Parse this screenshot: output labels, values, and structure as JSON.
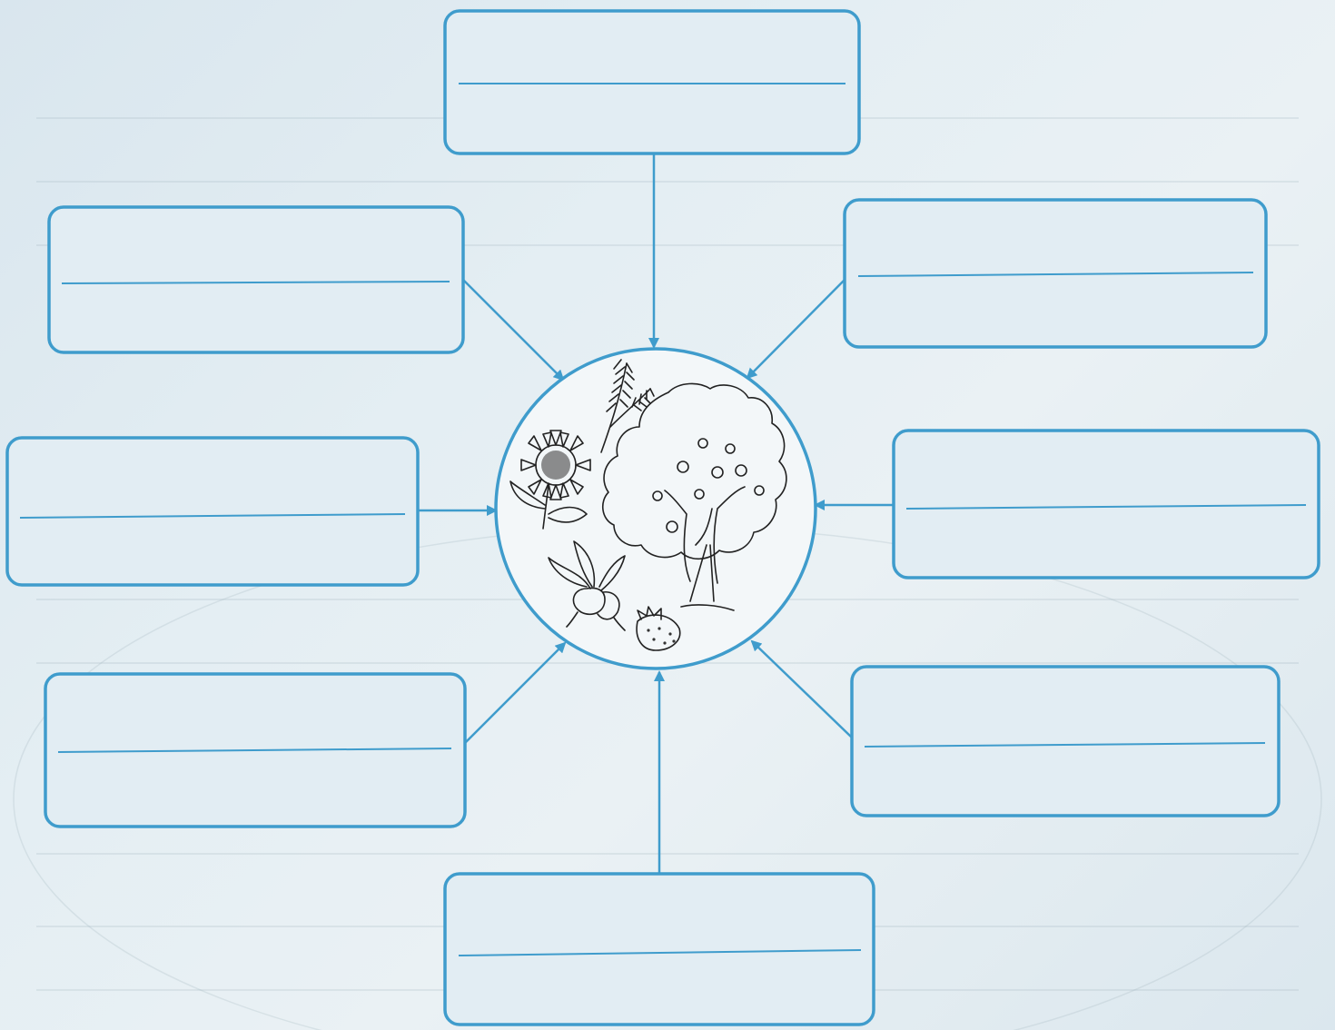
{
  "diagram": {
    "center": {
      "illustrations": [
        "sunflower-icon",
        "wheat-icon",
        "fruit-tree-icon",
        "beet-icon",
        "strawberry-icon"
      ]
    },
    "boxes": [
      {
        "id": "top",
        "text": ""
      },
      {
        "id": "upper-left",
        "text": ""
      },
      {
        "id": "upper-right",
        "text": ""
      },
      {
        "id": "middle-left",
        "text": ""
      },
      {
        "id": "middle-right",
        "text": ""
      },
      {
        "id": "lower-left",
        "text": ""
      },
      {
        "id": "lower-right",
        "text": ""
      },
      {
        "id": "bottom",
        "text": ""
      }
    ]
  },
  "colors": {
    "accent": "#3f9ccc",
    "paper": "#e2edf3",
    "ink": "#222222"
  }
}
